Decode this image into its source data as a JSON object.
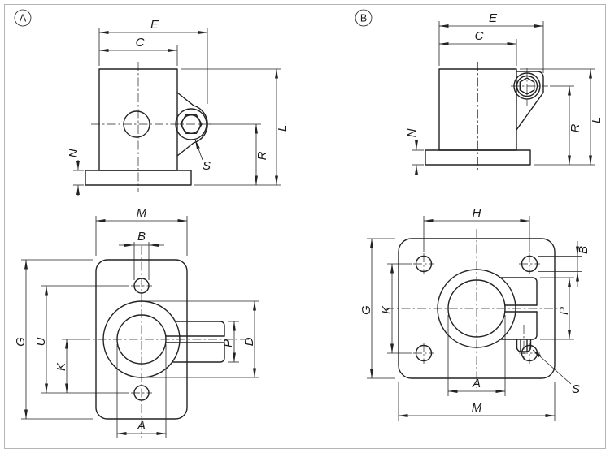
{
  "canvas": {
    "background": "#ffffff",
    "border_color": "#b5b5b5",
    "line_color": "#222222"
  },
  "views": {
    "a": {
      "badge": "A"
    },
    "b": {
      "badge": "B"
    }
  },
  "dim_labels": {
    "A": "A",
    "B": "B",
    "C": "C",
    "D": "D",
    "E": "E",
    "G": "G",
    "H": "H",
    "K": "K",
    "L": "L",
    "M": "M",
    "N": "N",
    "P": "P",
    "R": "R",
    "S": "S",
    "U": "U"
  }
}
